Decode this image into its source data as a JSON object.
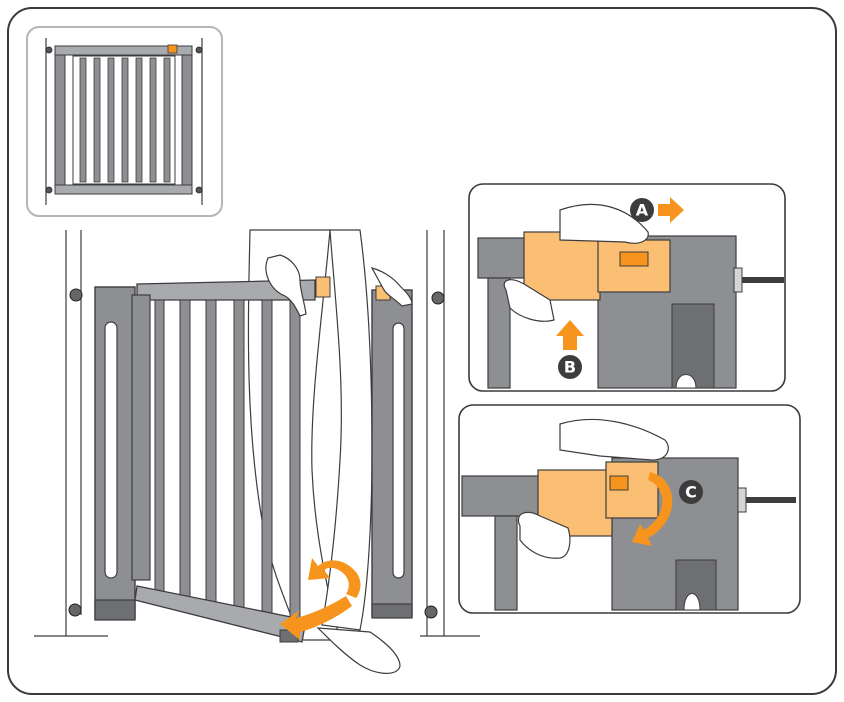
{
  "colors": {
    "frame_border": "#3a3a3a",
    "inset_border": "#b5b5b5",
    "gate_fill": "#8e8f93",
    "gate_dark": "#6e6f73",
    "gate_light": "#a9aaae",
    "outline": "#3d3d3d",
    "accent_orange": "#f7941d",
    "handle_orange": "#fbbf74",
    "badge_dark": "#3c3c3c",
    "wall_line": "#3d3d3d",
    "skin": "#ffffff"
  },
  "icons": {
    "step_a_arrow": "arrow-right-icon",
    "step_b_arrow": "arrow-up-icon",
    "step_c_arrow": "rotate-arrow-icon",
    "swing_arrow": "swing-arrow-icon"
  },
  "callouts": {
    "a": "A",
    "b": "B",
    "c": "C"
  }
}
